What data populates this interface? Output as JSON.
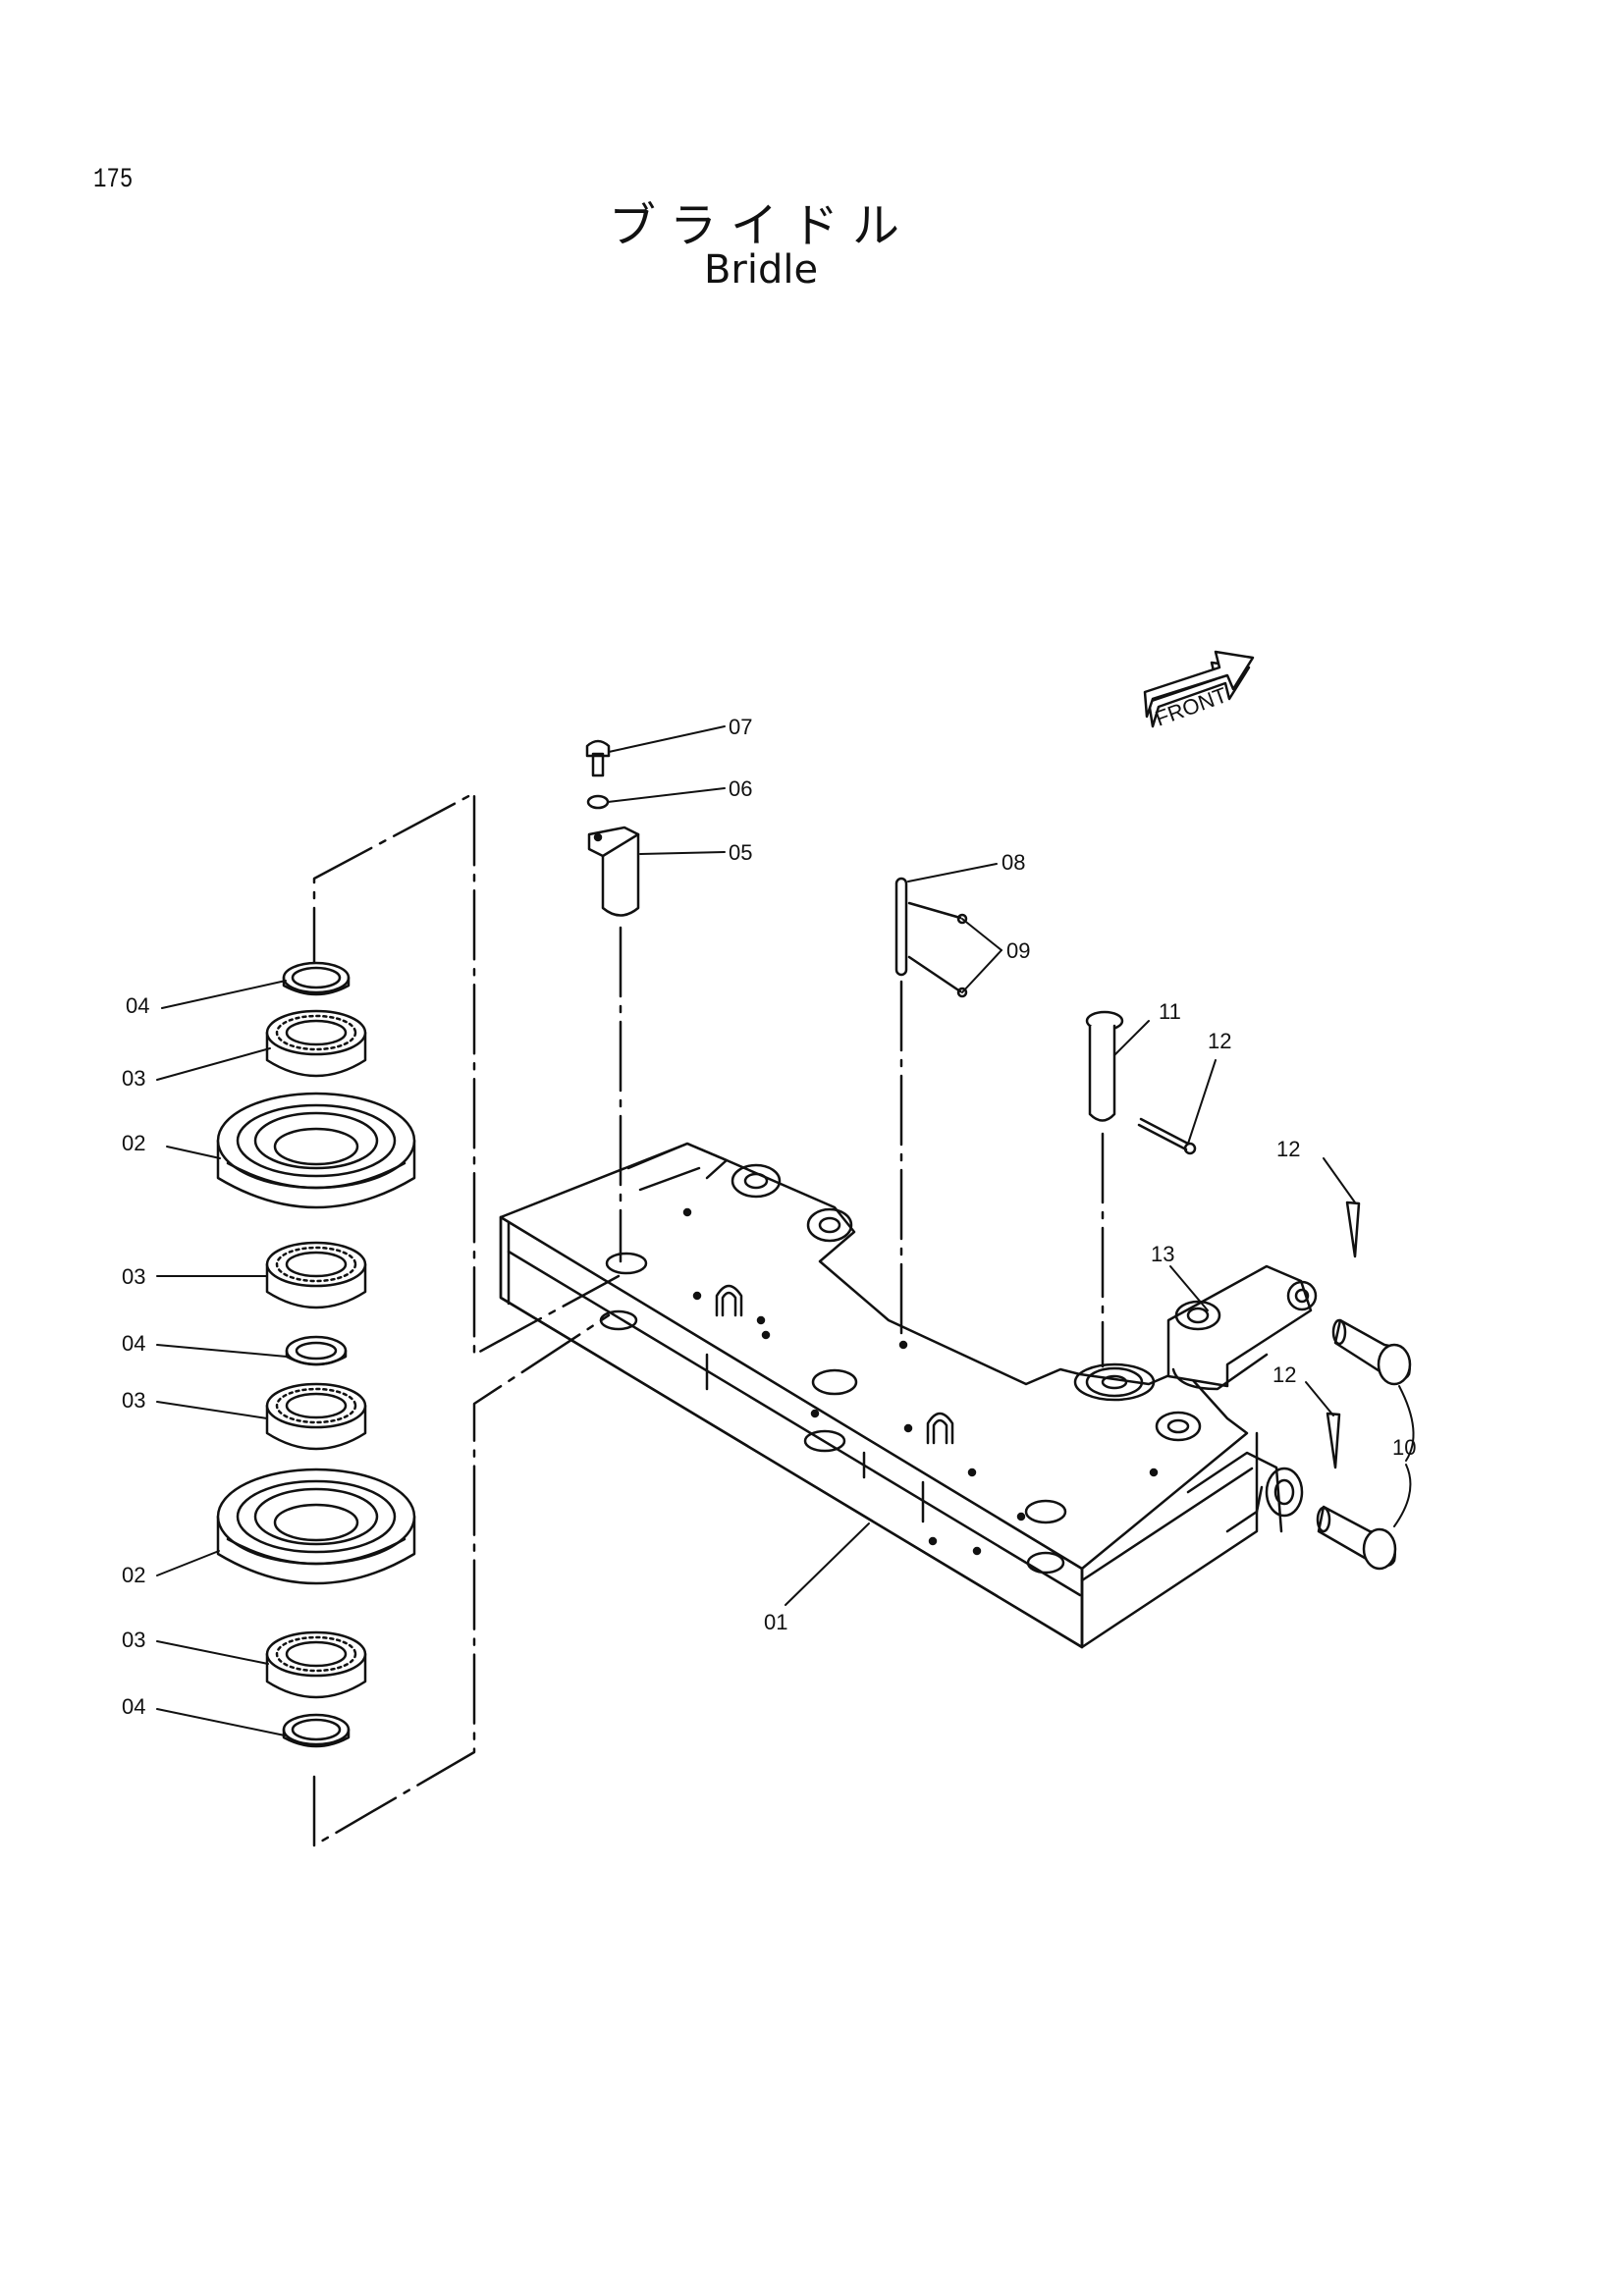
{
  "header": {
    "page_number": "175",
    "title_jp": "ブライドル",
    "title_en": "Bridle"
  },
  "front_arrow": {
    "label": "FRONT"
  },
  "callouts": [
    {
      "id": "c07a",
      "text": "07"
    },
    {
      "id": "c06a",
      "text": "06"
    },
    {
      "id": "c05a",
      "text": "05"
    },
    {
      "id": "c08a",
      "text": "08"
    },
    {
      "id": "c09a",
      "text": "09"
    },
    {
      "id": "c11a",
      "text": "11"
    },
    {
      "id": "c12a",
      "text": "12"
    },
    {
      "id": "c12b",
      "text": "12"
    },
    {
      "id": "c13a",
      "text": "13"
    },
    {
      "id": "c12c",
      "text": "12"
    },
    {
      "id": "c10a",
      "text": "10"
    },
    {
      "id": "c04a",
      "text": "04"
    },
    {
      "id": "c03a",
      "text": "03"
    },
    {
      "id": "c02a",
      "text": "02"
    },
    {
      "id": "c03b",
      "text": "03"
    },
    {
      "id": "c04b",
      "text": "04"
    },
    {
      "id": "c03c",
      "text": "03"
    },
    {
      "id": "c02b",
      "text": "02"
    },
    {
      "id": "c03d",
      "text": "03"
    },
    {
      "id": "c04c",
      "text": "04"
    },
    {
      "id": "c01a",
      "text": "01"
    }
  ]
}
